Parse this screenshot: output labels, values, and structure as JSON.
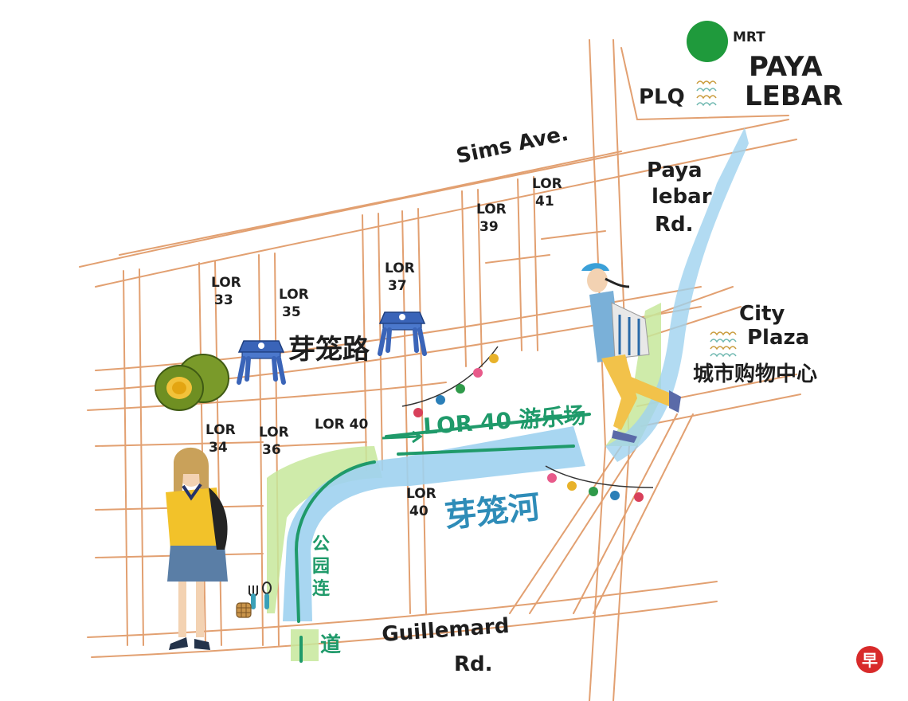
{
  "map": {
    "station": {
      "line": "MRT",
      "name_line1": "PAYA",
      "name_line2": "LEBAR"
    },
    "landmarks": {
      "plq": "PLQ",
      "city_plaza_line1": "City",
      "city_plaza_line2": "Plaza",
      "city_plaza_cn": "城市购物中心",
      "park_connector": "公园连道",
      "fun_fair": "LOR 40 游乐场",
      "geylang_road_cn": "芽笼路",
      "geylang_river_cn": "芽笼河"
    },
    "roads": {
      "sims_ave": "Sims Ave.",
      "paya_lebar_rd_1": "Paya",
      "paya_lebar_rd_2": "lebar",
      "paya_lebar_rd_3": "Rd.",
      "guillemard_1": "Guillemard",
      "guillemard_2": "Rd."
    },
    "lorongs": [
      {
        "top": "LOR",
        "bottom": "33"
      },
      {
        "top": "LOR",
        "bottom": "35"
      },
      {
        "top": "LOR",
        "bottom": "37"
      },
      {
        "top": "LOR",
        "bottom": "39"
      },
      {
        "top": "LOR",
        "bottom": "41"
      },
      {
        "top": "LOR",
        "bottom": "34"
      },
      {
        "top": "LOR",
        "bottom": "36"
      },
      {
        "top": "LOR",
        "bottom": "40"
      }
    ],
    "lor40_single": "LOR 40",
    "colors": {
      "road": "#e2a071",
      "river": "#9fd2ef",
      "park": "#c7e89b",
      "mrt": "#1f9a3c",
      "connector": "#1f9a6a",
      "stool": "#3a64b8"
    }
  },
  "brand": {
    "logo_char": "早"
  }
}
